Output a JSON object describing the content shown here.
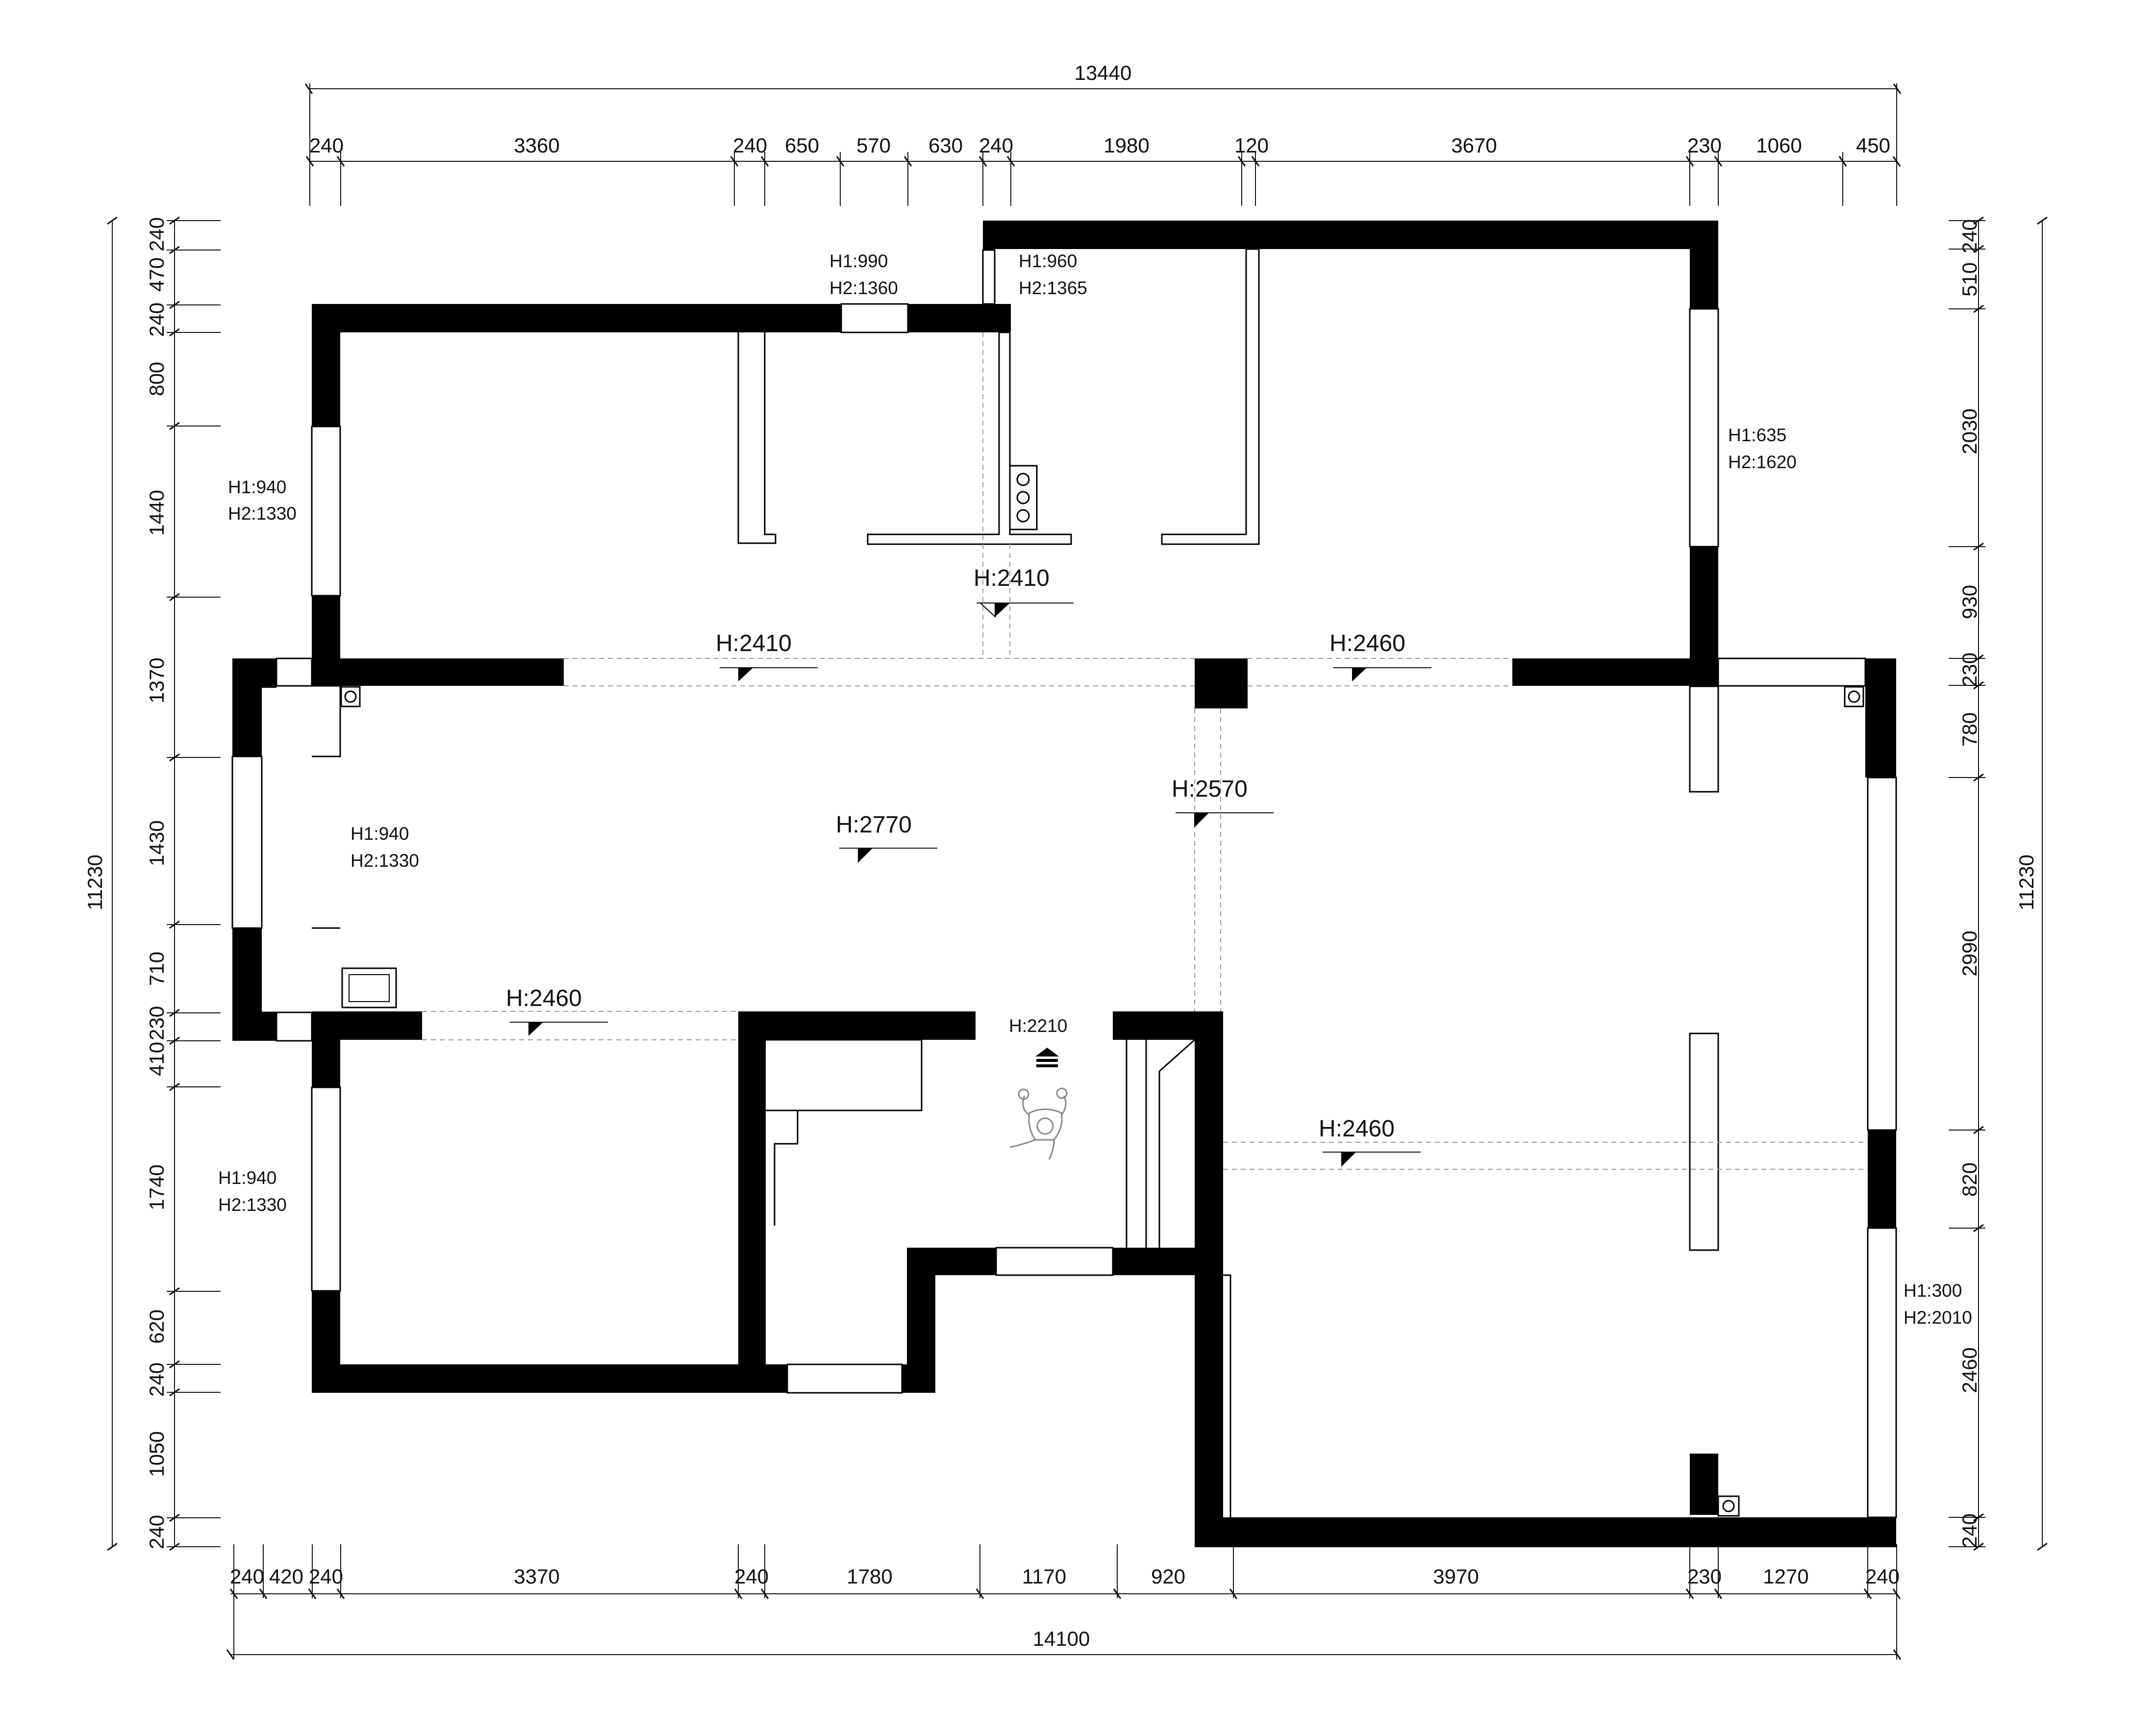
{
  "overall": {
    "top_total": "13440",
    "bottom_total": "14100",
    "left_total": "11230",
    "right_total": "11230"
  },
  "top_dims": [
    "240",
    "3360",
    "240",
    "650",
    "570",
    "630",
    "240",
    "1980",
    "120",
    "3670",
    "230",
    "1060",
    "450"
  ],
  "bottom_dims": [
    "240",
    "420",
    "240",
    "3370",
    "240",
    "1780",
    "1170",
    "920",
    "3970",
    "230",
    "1270",
    "240"
  ],
  "left_dims": [
    "240",
    "470",
    "240",
    "800",
    "1440",
    "1370",
    "1430",
    "710",
    "230",
    "410",
    "1740",
    "620",
    "240",
    "1050",
    "240"
  ],
  "right_dims": [
    "240",
    "510",
    "2030",
    "930",
    "230",
    "780",
    "2990",
    "820",
    "2460",
    "240"
  ],
  "ceiling_heights": [
    "H:2410",
    "H:2410",
    "H:2460",
    "H:2770",
    "H:2570",
    "H:2460",
    "H:2460"
  ],
  "door_height": "H:2210",
  "windows": [
    {
      "h1": "H1:990",
      "h2": "H2:1360"
    },
    {
      "h1": "H1:960",
      "h2": "H2:1365"
    },
    {
      "h1": "H1:635",
      "h2": "H2:1620"
    },
    {
      "h1": "H1:940",
      "h2": "H2:1330"
    },
    {
      "h1": "H1:940",
      "h2": "H2:1330"
    },
    {
      "h1": "H1:940",
      "h2": "H2:1330"
    },
    {
      "h1": "H1:300",
      "h2": "H2:2010"
    }
  ],
  "icons": [
    "entrance-arrow-icon",
    "person-icon",
    "pipe-icon",
    "gas-meter-icon"
  ]
}
